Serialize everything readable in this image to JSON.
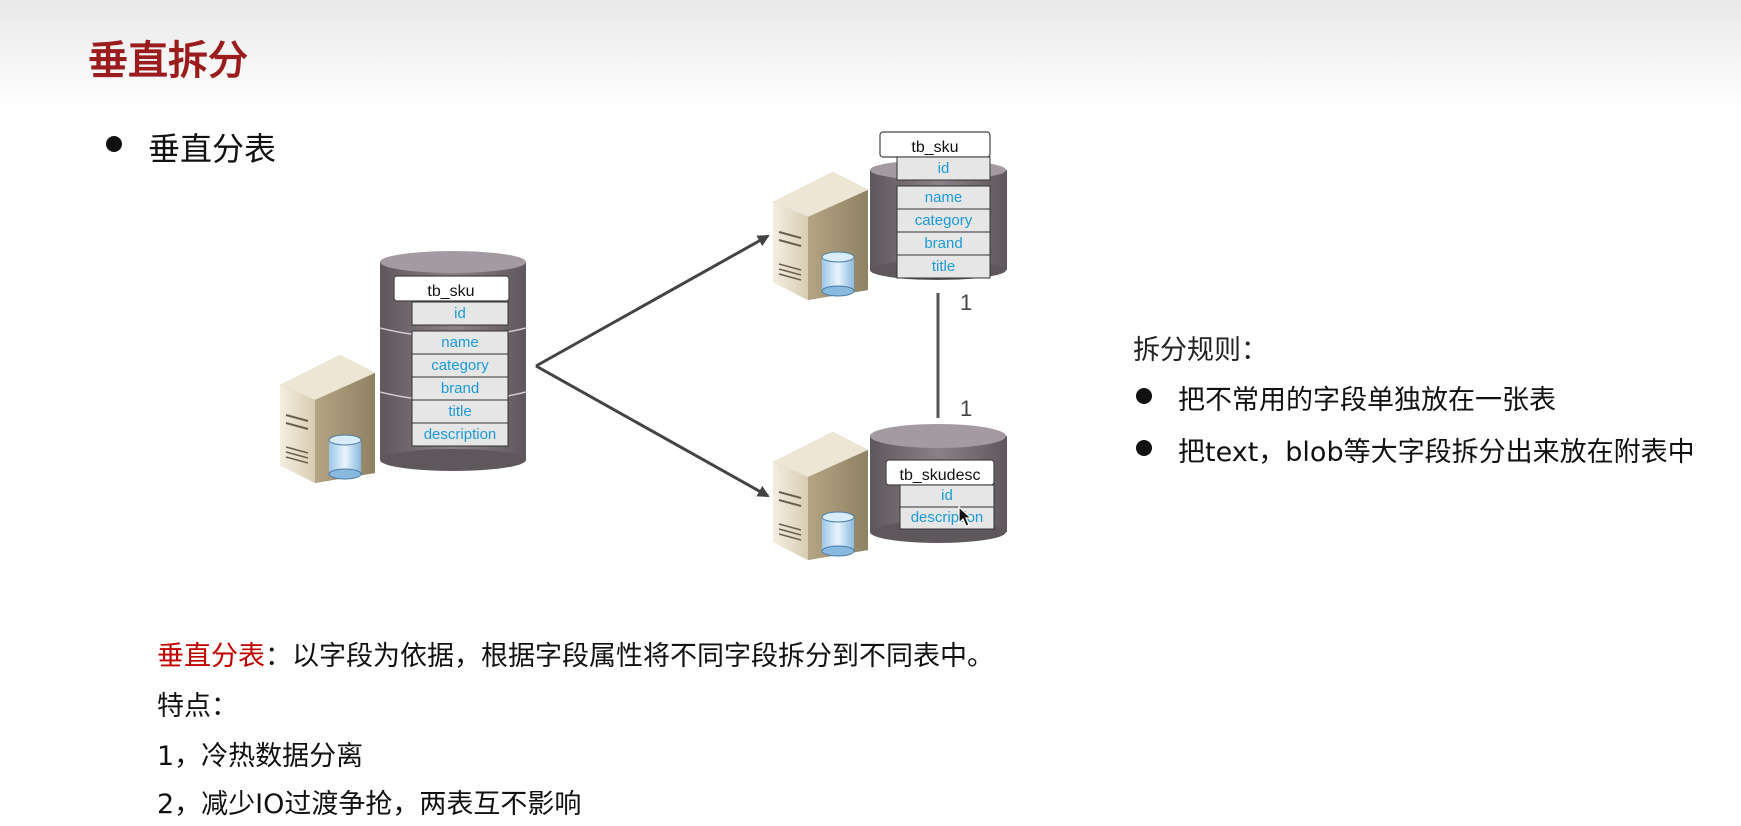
{
  "slide": {
    "title": "垂直拆分",
    "bullet": "垂直分表"
  },
  "diagram": {
    "source": {
      "table": "tb_sku",
      "fields": [
        "id",
        "name",
        "category",
        "brand",
        "title",
        "description"
      ]
    },
    "target_top": {
      "table": "tb_sku",
      "fields": [
        "id",
        "name",
        "category",
        "brand",
        "title"
      ]
    },
    "target_bottom": {
      "table": "tb_skudesc",
      "fields": [
        "id",
        "description"
      ]
    },
    "relation": {
      "top_cardinality": "1",
      "bottom_cardinality": "1"
    }
  },
  "rules": {
    "title": "拆分规则：",
    "items": [
      "把不常用的字段单独放在一张表",
      "把text，blob等大字段拆分出来放在附表中"
    ]
  },
  "definition": {
    "term": "垂直分表",
    "text": "：以字段为依据，根据字段属性将不同字段拆分到不同表中。"
  },
  "features": {
    "label": "特点：",
    "items": [
      "1，冷热数据分离",
      "2，减少IO过渡争抢，两表互不影响"
    ]
  },
  "colors": {
    "title": "#9b1c1c",
    "field_text": "#1a9bd7",
    "cylinder": "#7a7278"
  }
}
